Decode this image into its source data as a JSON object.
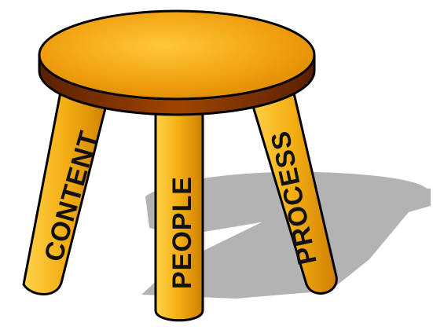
{
  "legs": [
    {
      "id": "left",
      "label": "CONTENT"
    },
    {
      "id": "middle",
      "label": "PEOPLE"
    },
    {
      "id": "right",
      "label": "PROCESS"
    }
  ],
  "colors": {
    "wood_light": "#ffcc33",
    "wood_mid": "#f0a800",
    "wood_dark": "#cc7a00",
    "seat_rim": "#8b3a00",
    "outline": "#000000",
    "shadow": "#b0b0b0"
  }
}
